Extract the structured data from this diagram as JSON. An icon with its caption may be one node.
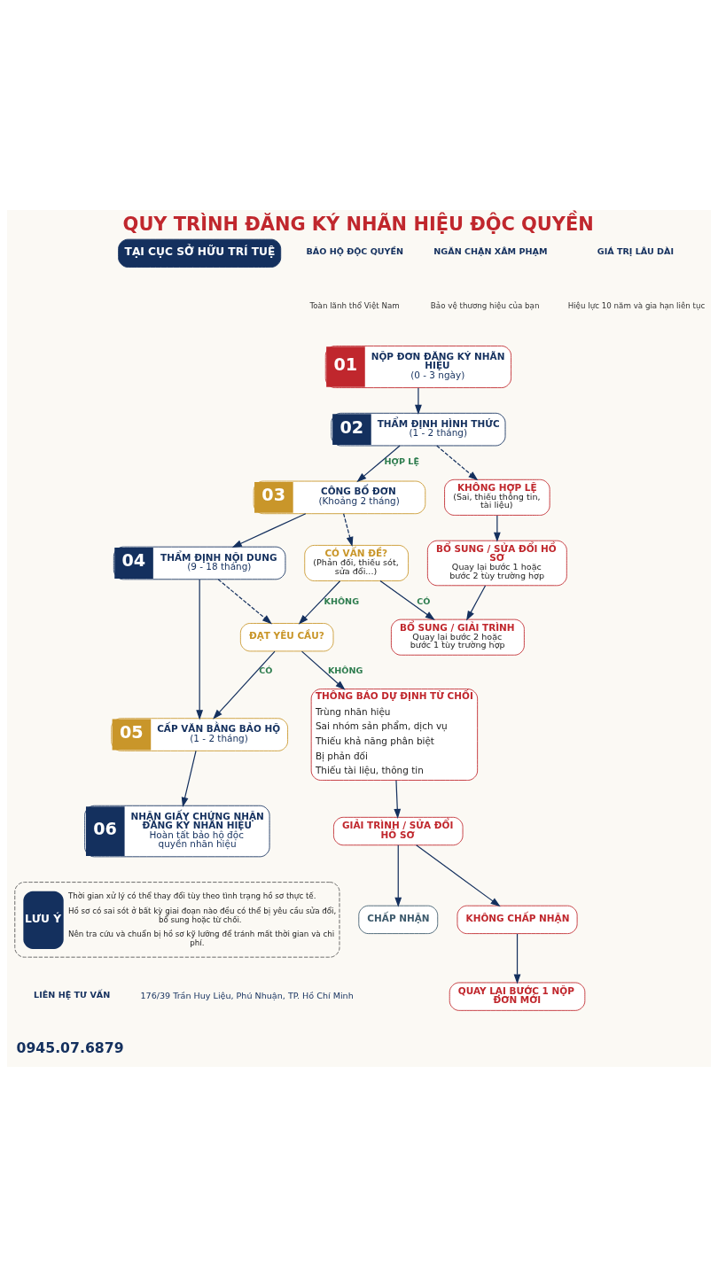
{
  "diagram": {
    "title": "QUY TRÌNH ĐĂNG KÝ NHÃN HIỆU ĐỘC QUYỀN",
    "nodes": [
      {
        "text": [
          "01",
          "NỘP ĐƠN ĐĂNG KÝ NHÃN HIỆU",
          "(0 - 3 ngày)"
        ]
      },
      {
        "text": [
          "02",
          "THẨM ĐỊNH HÌNH THỨC",
          "(1 - 2 tháng)"
        ]
      },
      {
        "text": [
          "03",
          "CÔNG BỐ ĐƠN",
          "(Khoảng 2 tháng)"
        ]
      },
      {
        "text": [
          "04",
          "THẨM ĐỊNH NỘI DUNG",
          "(9 - 18 tháng)"
        ]
      },
      {
        "text": [
          "05",
          "CẤP VĂN BẰNG BẢO HỘ",
          "(1 - 2 tháng)"
        ]
      },
      {
        "text": [
          "06",
          "NHẬN GIẤY CHỨNG NHẬN ĐĂNG KÝ NHÃN HIỆU",
          "Hoàn tất bảo hộ độc quyền nhãn hiệu"
        ]
      },
      {
        "text": [
          "KHÔNG HỢP LỆ",
          "(Sai, thiếu thông tin, tài liệu)"
        ]
      },
      {
        "text": [
          "BỔ SUNG / SỬA ĐỔI HỒ SƠ",
          "Quay lại bước 1 hoặc bước 2 tùy trường hợp"
        ]
      },
      {
        "text": [
          "CÓ VẤN ĐỀ?",
          "(Phản đối, thiếu sót, sửa đổi...)"
        ]
      },
      {
        "text": [
          "BỔ SUNG / GIẢI TRÌNH",
          "Quay lại bước 2 hoặc bước 1 tùy trường hợp"
        ]
      },
      {
        "text": [
          "ĐẠT YÊU CẦU?"
        ]
      },
      {
        "text": [
          "THÔNG BÁO DỰ ĐỊNH TỪ CHỐI",
          "Trùng nhãn hiệu",
          "Sai nhóm sản phẩm, dịch vụ",
          "Thiếu khả năng phân biệt",
          "Bị phản đối",
          "Thiếu tài liệu, thông tin"
        ]
      },
      {
        "text": [
          "GIẢI TRÌNH / SỬA ĐỔI HỒ SƠ"
        ]
      },
      {
        "text": [
          "CHẤP NHẬN"
        ]
      },
      {
        "text": [
          "KHÔNG CHẤP NHẬN"
        ]
      },
      {
        "text": [
          "QUAY LẠI BƯỚC 1 NỘP ĐƠN MỚI"
        ]
      },
      {
        "text": [
          "LƯU Ý",
          "Thời gian xử lý có thể thay đổi tùy theo tình trạng hồ sơ thực tế.",
          "Hồ sơ có sai sót ở bất kỳ giai đoạn nào đều có thể bị yêu cầu sửa đổi, bổ sung hoặc từ chối.",
          "Nên tra cứu và chuẩn bị hồ sơ kỹ lưỡng để tránh mất thời gian và chi phí."
        ]
      }
    ],
    "edges": [
      {
        "from": 0,
        "to": 1,
        "arrow": "to"
      },
      {
        "from": 1,
        "to": 2,
        "arrow": "to",
        "label": "HỢP LỆ"
      },
      {
        "from": 1,
        "to": 6,
        "arrow": "to",
        "style": "dashed"
      },
      {
        "from": 6,
        "to": 7,
        "arrow": "to"
      },
      {
        "from": 7,
        "to": 9,
        "arrow": "to"
      },
      {
        "from": 2,
        "to": 8,
        "arrow": "to",
        "style": "dashed"
      },
      {
        "from": 8,
        "to": 9,
        "arrow": "to",
        "label": "CÓ"
      },
      {
        "from": 2,
        "to": 3,
        "arrow": "to"
      },
      {
        "from": 8,
        "to": 10,
        "arrow": "to",
        "label": "KHÔNG"
      },
      {
        "from": 3,
        "to": 10,
        "arrow": "to",
        "style": "dashed"
      },
      {
        "from": 10,
        "to": 11,
        "arrow": "to",
        "label": "KHÔNG"
      },
      {
        "from": 3,
        "to": 4,
        "arrow": "to"
      },
      {
        "from": 10,
        "to": 4,
        "arrow": "to",
        "label": "CÓ"
      },
      {
        "from": 4,
        "to": 5,
        "arrow": "to"
      },
      {
        "from": 11,
        "to": 12,
        "arrow": "to"
      },
      {
        "from": 12,
        "to": 13,
        "arrow": "to"
      },
      {
        "from": 12,
        "to": 14,
        "arrow": "to"
      },
      {
        "from": 14,
        "to": 15,
        "arrow": "to"
      }
    ],
    "labels": [
      "TẠI CỤC SỞ HỮU TRÍ TUỆ",
      "BẢO HỘ ĐỘC QUYỀN",
      "Toàn lãnh thổ Việt Nam",
      "NGĂN CHẶN XÂM PHẠM",
      "Bảo vệ thương hiệu của bạn",
      "GIÁ TRỊ LÂU DÀI",
      "Hiệu lực 10 năm và gia hạn liên tục",
      "LIÊN HỆ TƯ VẤN",
      "0945.07.6879",
      "176/39 Trần Huy Liệu, Phú Nhuận, TP. Hồ Chí Minh"
    ]
  }
}
